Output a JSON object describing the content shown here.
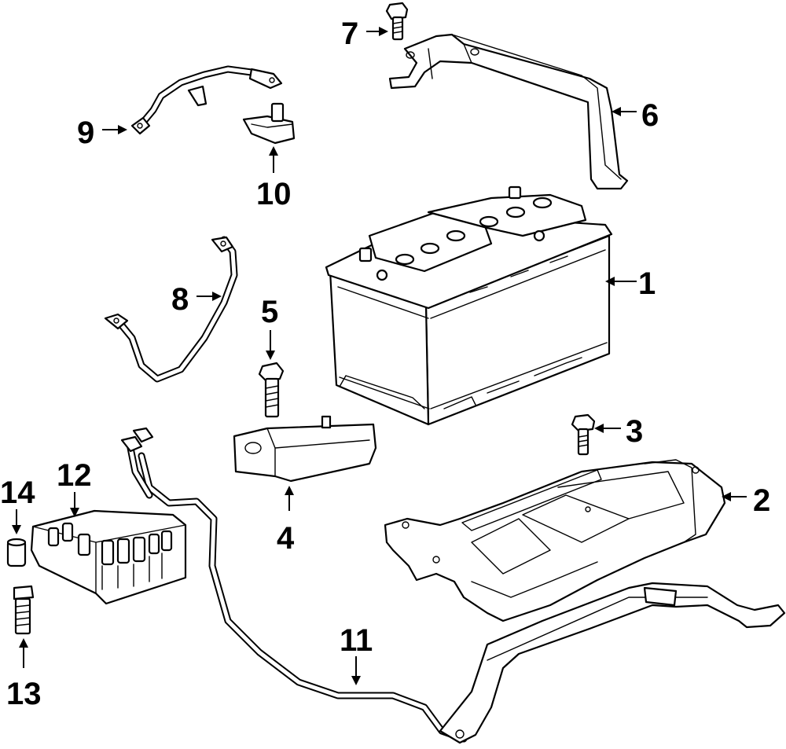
{
  "diagram": {
    "callouts": [
      {
        "id": "1",
        "label": "1"
      },
      {
        "id": "2",
        "label": "2"
      },
      {
        "id": "3",
        "label": "3"
      },
      {
        "id": "4",
        "label": "4"
      },
      {
        "id": "5",
        "label": "5"
      },
      {
        "id": "6",
        "label": "6"
      },
      {
        "id": "7",
        "label": "7"
      },
      {
        "id": "8",
        "label": "8"
      },
      {
        "id": "9",
        "label": "9"
      },
      {
        "id": "10",
        "label": "10"
      },
      {
        "id": "11",
        "label": "11"
      },
      {
        "id": "12",
        "label": "12"
      },
      {
        "id": "13",
        "label": "13"
      },
      {
        "id": "14",
        "label": "14"
      }
    ]
  }
}
